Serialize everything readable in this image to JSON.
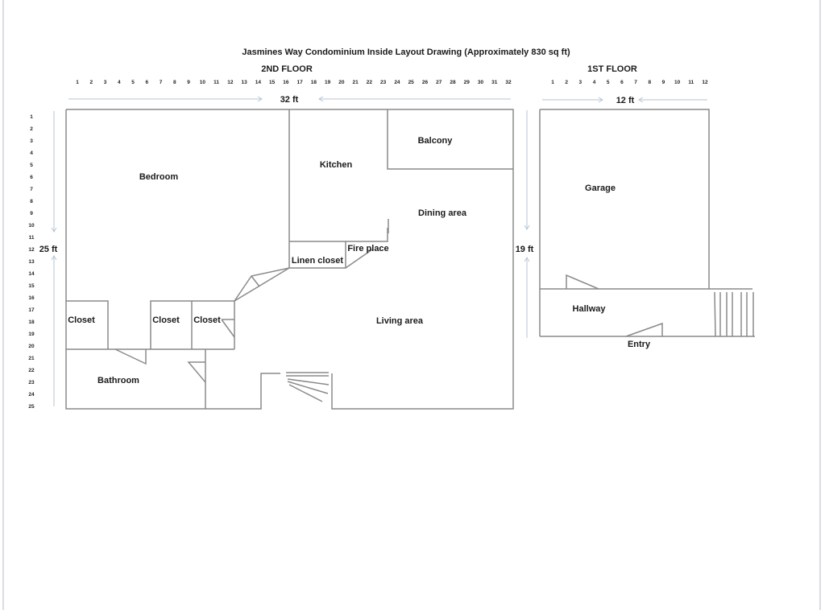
{
  "title": "Jasmines Way Condominium Inside Layout Drawing (Approximately 830 sq ft)",
  "second_floor": {
    "heading": "2ND FLOOR",
    "width_label": "32 ft",
    "height_label": "25 ft",
    "x_ticks": [
      "1",
      "2",
      "3",
      "4",
      "5",
      "6",
      "7",
      "8",
      "9",
      "10",
      "11",
      "12",
      "13",
      "14",
      "15",
      "16",
      "17",
      "18",
      "19",
      "20",
      "21",
      "22",
      "23",
      "24",
      "25",
      "26",
      "27",
      "28",
      "29",
      "30",
      "31",
      "32"
    ],
    "y_ticks": [
      "1",
      "2",
      "3",
      "4",
      "5",
      "6",
      "7",
      "8",
      "9",
      "10",
      "11",
      "12",
      "13",
      "14",
      "15",
      "16",
      "17",
      "18",
      "19",
      "20",
      "21",
      "22",
      "23",
      "24",
      "25"
    ],
    "rooms": {
      "bedroom": "Bedroom",
      "kitchen": "Kitchen",
      "balcony": "Balcony",
      "dining": "Dining area",
      "fireplace": "Fire place",
      "linen": "Linen closet",
      "closet1": "Closet",
      "closet2": "Closet",
      "closet3": "Closet",
      "living": "Living area",
      "bathroom": "Bathroom"
    }
  },
  "first_floor": {
    "heading": "1ST FLOOR",
    "width_label": "12 ft",
    "height_label": "19 ft",
    "x_ticks": [
      "1",
      "2",
      "3",
      "4",
      "5",
      "6",
      "7",
      "8",
      "9",
      "10",
      "11",
      "12"
    ],
    "rooms": {
      "garage": "Garage",
      "hallway": "Hallway",
      "entry": "Entry"
    }
  }
}
